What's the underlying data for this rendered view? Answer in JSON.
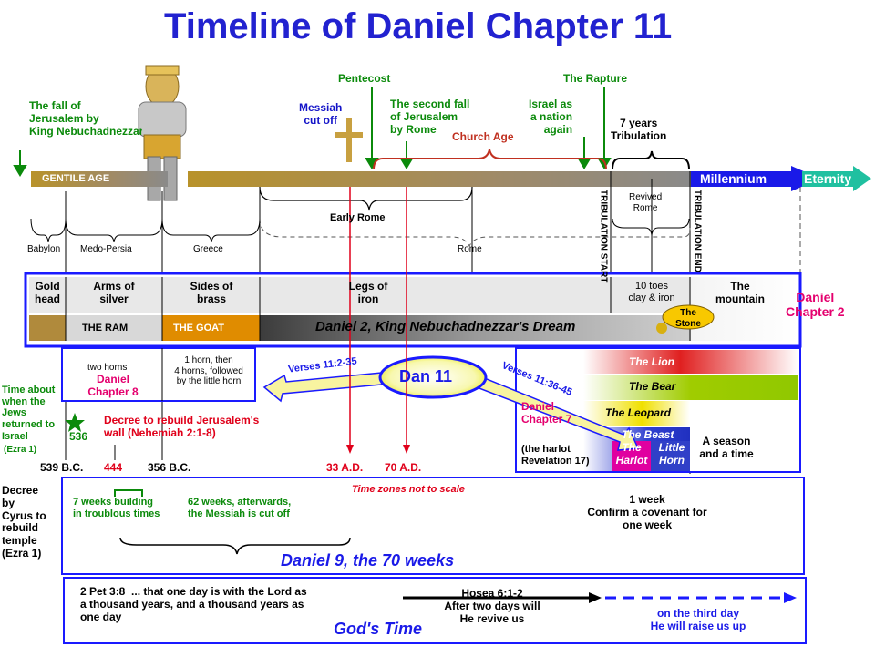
{
  "title": "Timeline of Daniel Chapter 11",
  "top_labels": {
    "fall_jerusalem": "The fall of\nJerusalem by\nKing Nebuchadnezzar",
    "pentecost": "Pentecost",
    "rapture": "The Rapture",
    "messiah_cut_off": "Messiah\ncut off",
    "second_fall": "The second fall\nof Jerusalem\nby Rome",
    "church_age": "Church Age",
    "israel_nation": "Israel as\na nation\nagain",
    "seven_years": "7 years\nTribulation"
  },
  "timeline_bar": {
    "gentile_age": "GENTILE AGE",
    "millennium": "Millennium",
    "eternity": "Eternity"
  },
  "eras": {
    "early_rome": "Early Rome",
    "revived_rome": "Revived\nRome",
    "babylon": "Babylon",
    "medo_persia": "Medo-Persia",
    "greece": "Greece",
    "rome": "Rome",
    "trib_start": "TRIBULATION START",
    "trib_end": "TRIBULATION END"
  },
  "daniel2": {
    "gold": "Gold\nhead",
    "arms": "Arms of\nsilver",
    "sides": "Sides of\nbrass",
    "legs": "Legs of\niron",
    "toes": "10 toes\nclay & iron",
    "mountain": "The\nmountain",
    "chapter": "Daniel\nChapter 2",
    "ram": "THE RAM",
    "goat": "THE GOAT",
    "dream": "Daniel 2, King Nebuchadnezzar's Dream",
    "stone": "The\nStone"
  },
  "daniel8": {
    "two_horns": "two horns",
    "chapter": "Daniel\nChapter 8",
    "one_horn": "1 horn, then\n4 horns, followed\nby the little horn"
  },
  "dan11": {
    "center": "Dan 11",
    "verses_left": "Verses 11:2-35",
    "verses_right": "Verses 11:36-45"
  },
  "daniel7": {
    "chapter": "Daniel\nChapter 7",
    "lion": "The Lion",
    "bear": "The Bear",
    "leopard": "The Leopard",
    "beast": "The Beast",
    "harlot": "The\nHarlot",
    "little_horn": "Little\nHorn",
    "harlot_ref": "(the harlot\nRevelation 17)",
    "season": "A season\nand a time"
  },
  "decrees": {
    "jews_return": "Time about\nwhen the\nJews\nreturned to\nIsrael",
    "ezra1a": "(Ezra 1)",
    "y536": "536",
    "rebuild": "Decree to rebuild Jerusalem's\nwall (Nehemiah 2:1-8)",
    "y539": "539 B.C.",
    "y444": "444",
    "y356": "356 B.C.",
    "y33": "33 A.D.",
    "y70": "70 A.D.",
    "cyrus": "Decree\nby\nCyrus to\nrebuild\ntemple\n(Ezra 1)"
  },
  "daniel9": {
    "not_scale": "Time zones not to scale",
    "seven_weeks": "7 weeks building\nin troublous times",
    "sixty_two": "62 weeks, afterwards,\nthe Messiah is cut off",
    "one_week": "1 week\nConfirm a covenant for\none week",
    "title": "Daniel 9, the 70 weeks"
  },
  "gods_time": {
    "peter": "2 Pet 3:8  ... that one day is with the Lord as\na thousand years, and a thousand years as\none day",
    "title": "God's Time",
    "hosea": "Hosea 6:1-2\nAfter two days will\nHe revive us",
    "third_day": "on the third day\nHe will raise us up"
  },
  "colors": {
    "title_blue": "#2222d0",
    "gold_bar": "#b08a3c",
    "goat_orange": "#e08c00",
    "green_label": "#0b8a0b",
    "red": "#e0001a",
    "frame_blue": "#1a1aff"
  }
}
